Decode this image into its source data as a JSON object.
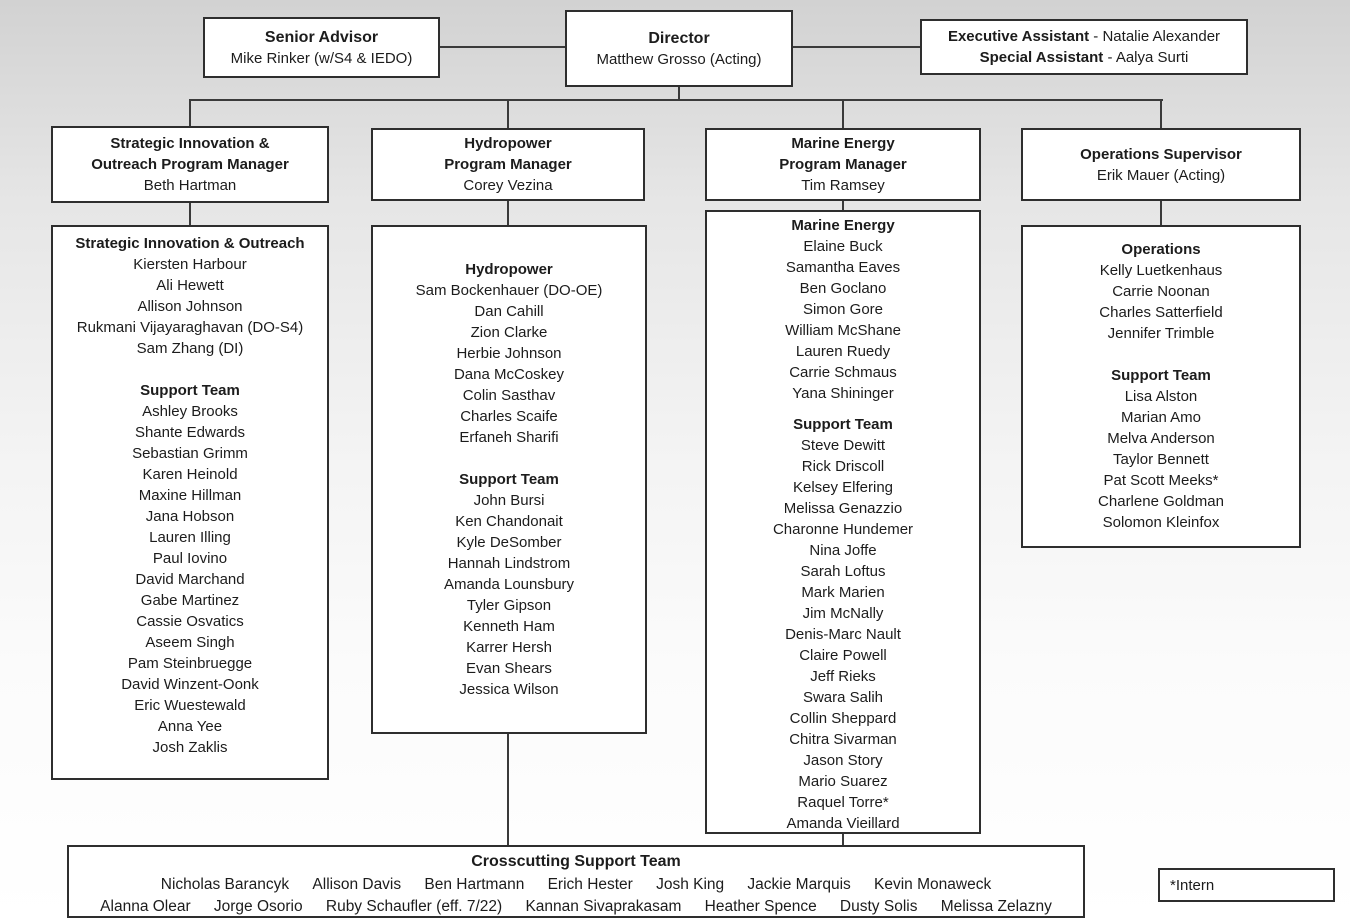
{
  "top": {
    "senior_advisor": {
      "title": "Senior Advisor",
      "name": "Mike Rinker (w/S4 & IEDO)"
    },
    "director": {
      "title": "Director",
      "name": "Matthew Grosso (Acting)"
    },
    "assistants": [
      {
        "role": "Executive Assistant",
        "rest": " - Natalie Alexander"
      },
      {
        "role": "Special Assistant",
        "rest": " - Aalya Surti"
      }
    ]
  },
  "managers": {
    "strategic": {
      "title_line1": "Strategic Innovation &",
      "title_line2": "Outreach Program Manager",
      "name": "Beth Hartman"
    },
    "hydropower": {
      "title_line1": "Hydropower",
      "title_line2": "Program Manager",
      "name": "Corey Vezina"
    },
    "marine": {
      "title_line1": "Marine Energy",
      "title_line2": "Program Manager",
      "name": "Tim Ramsey"
    },
    "operations": {
      "title_line1": "Operations Supervisor",
      "name": "Erik Mauer (Acting)"
    }
  },
  "teams": {
    "strategic": {
      "heading": "Strategic Innovation & Outreach",
      "members": [
        "Kiersten Harbour",
        "Ali Hewett",
        "Allison Johnson",
        "Rukmani Vijayaraghavan (DO-S4)",
        "Sam Zhang (DI)"
      ],
      "support_heading": "Support Team",
      "support_members": [
        "Ashley Brooks",
        "Shante Edwards",
        "Sebastian Grimm",
        "Karen Heinold",
        "Maxine Hillman",
        "Jana Hobson",
        "Lauren Illing",
        "Paul Iovino",
        "David Marchand",
        "Gabe Martinez",
        "Cassie Osvatics",
        "Aseem Singh",
        "Pam Steinbruegge",
        "David Winzent-Oonk",
        "Eric Wuestewald",
        "Anna Yee",
        "Josh Zaklis"
      ]
    },
    "hydropower": {
      "heading": "Hydropower",
      "members": [
        "Sam Bockenhauer (DO-OE)",
        "Dan Cahill",
        "Zion Clarke",
        "Herbie Johnson",
        "Dana McCoskey",
        "Colin Sasthav",
        "Charles Scaife",
        "Erfaneh Sharifi"
      ],
      "support_heading": "Support Team",
      "support_members": [
        "John Bursi",
        "Ken Chandonait",
        "Kyle DeSomber",
        "Hannah Lindstrom",
        "Amanda Lounsbury",
        "Tyler Gipson",
        "Kenneth Ham",
        "Karrer Hersh",
        "Evan Shears",
        "Jessica Wilson"
      ]
    },
    "marine": {
      "heading": "Marine Energy",
      "members": [
        "Elaine Buck",
        "Samantha Eaves",
        "Ben Goclano",
        "Simon Gore",
        "William McShane",
        "Lauren Ruedy",
        "Carrie Schmaus",
        "Yana Shininger"
      ],
      "support_heading": "Support Team",
      "support_members": [
        "Steve Dewitt",
        "Rick Driscoll",
        "Kelsey Elfering",
        "Melissa Genazzio",
        "Charonne Hundemer",
        "Nina Joffe",
        "Sarah Loftus",
        "Mark Marien",
        "Jim McNally",
        "Denis-Marc Nault",
        "Claire Powell",
        "Jeff Rieks",
        "Swara Salih",
        "Collin Sheppard",
        "Chitra Sivarman",
        "Jason Story",
        "Mario Suarez",
        "Raquel Torre*",
        "Amanda Vieillard"
      ]
    },
    "operations": {
      "heading": "Operations",
      "members": [
        "Kelly Luetkenhaus",
        "Carrie Noonan",
        "Charles Satterfield",
        "Jennifer Trimble"
      ],
      "support_heading": "Support Team",
      "support_members": [
        "Lisa Alston",
        "Marian Amo",
        "Melva Anderson",
        "Taylor Bennett",
        "Pat Scott Meeks*",
        "Charlene Goldman",
        "Solomon Kleinfox"
      ]
    }
  },
  "crosscutting": {
    "title": "Crosscutting Support Team",
    "row1": [
      "Nicholas Barancyk",
      "Allison Davis",
      "Ben Hartmann",
      "Erich Hester",
      "Josh King",
      "Jackie Marquis",
      "Kevin Monaweck"
    ],
    "row2": [
      "Alanna Olear",
      "Jorge Osorio",
      "Ruby Schaufler (eff. 7/22)",
      "Kannan Sivaprakasam",
      "Heather Spence",
      "Dusty Solis",
      "Melissa Zelazny"
    ]
  },
  "footnote": {
    "label": "*Intern"
  },
  "colors": {
    "border": "#2e2e2e",
    "line": "#3a3a3a",
    "box_bg": "#ffffff"
  }
}
